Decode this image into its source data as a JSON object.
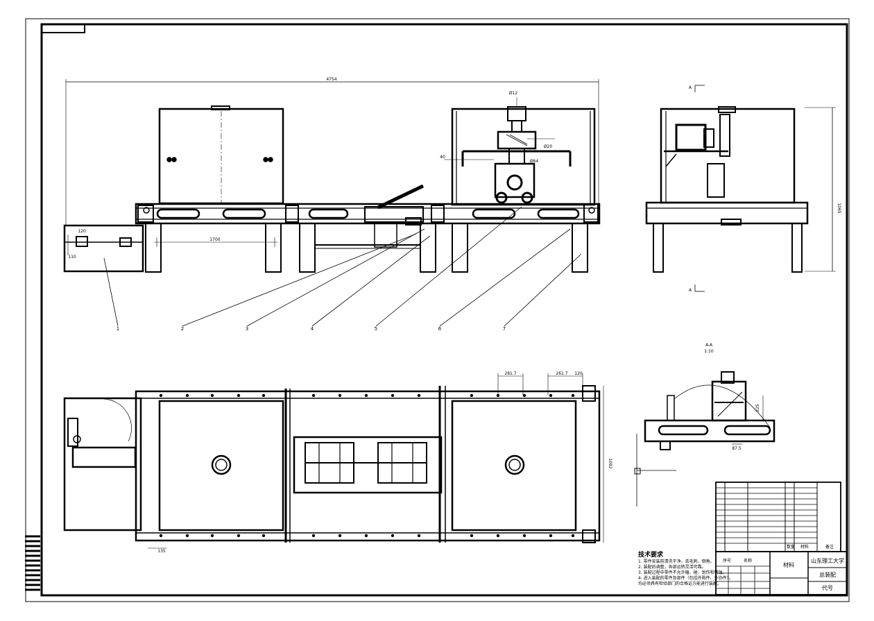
{
  "drawing": {
    "dimensions": {
      "overall_length": "4754",
      "frame_length": "1700",
      "box_height": "120",
      "box_offset": "110",
      "press_width": "40",
      "side_height": "1065",
      "plan_width": "1092",
      "plan_gap_a": "281.7",
      "plan_gap_b": "261.7",
      "plan_gap_c": "120",
      "plan_offset": "135",
      "section_dim": "225",
      "section_base": "87.5",
      "press_d1": "Ø12",
      "press_d2": "Ø20",
      "press_d3": "Ø64"
    },
    "leaders": [
      "1",
      "2",
      "3",
      "4",
      "5",
      "6",
      "7"
    ],
    "section_marks": {
      "a_top": "A",
      "a_bottom": "A",
      "section_label": "A-A",
      "section_scale": "1:10"
    },
    "tech_requirements": {
      "title": "技术要求",
      "lines": [
        "1. 零件安装前清洗干净、去毛刺、倒角。",
        "2. 装配后调整，各部运转灵活可靠。",
        "3. 装配过程中零件不允许磕、碰、划伤和锈蚀。",
        "4. 进入装配的零件及部件（包括外购件、外协件），",
        "   均必须具有检验部门的合格证方能进行装配。"
      ]
    },
    "title_block": {
      "material": "材料",
      "school": "山东理工大学",
      "drawing_name": "总装配",
      "code_label": "代号",
      "labels": [
        "序号",
        "名称",
        "数量",
        "材料",
        "备注"
      ]
    }
  }
}
